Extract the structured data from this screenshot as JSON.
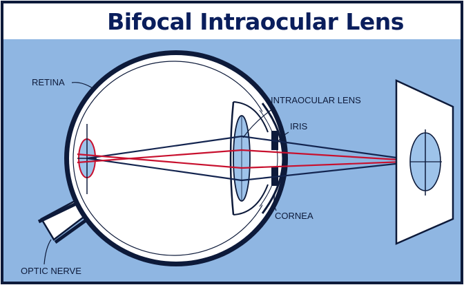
{
  "title": "Bifocal Intraocular Lens",
  "labels": {
    "retina": "RETINA",
    "intraocular_lens": "INTRAOCULAR LENS",
    "iris": "IRIS",
    "cornea": "CORNEA",
    "optic_nerve": "OPTIC NERVE"
  },
  "colors": {
    "background": "#8fb6e2",
    "title_bar": "#ffffff",
    "title_text": "#0a1e5c",
    "outline": "#0d1a3a",
    "near_rays": "#c8102e",
    "far_rays": "#13244f",
    "lens_fill": "#9ec3ea",
    "iris": "#0d1a3a"
  }
}
